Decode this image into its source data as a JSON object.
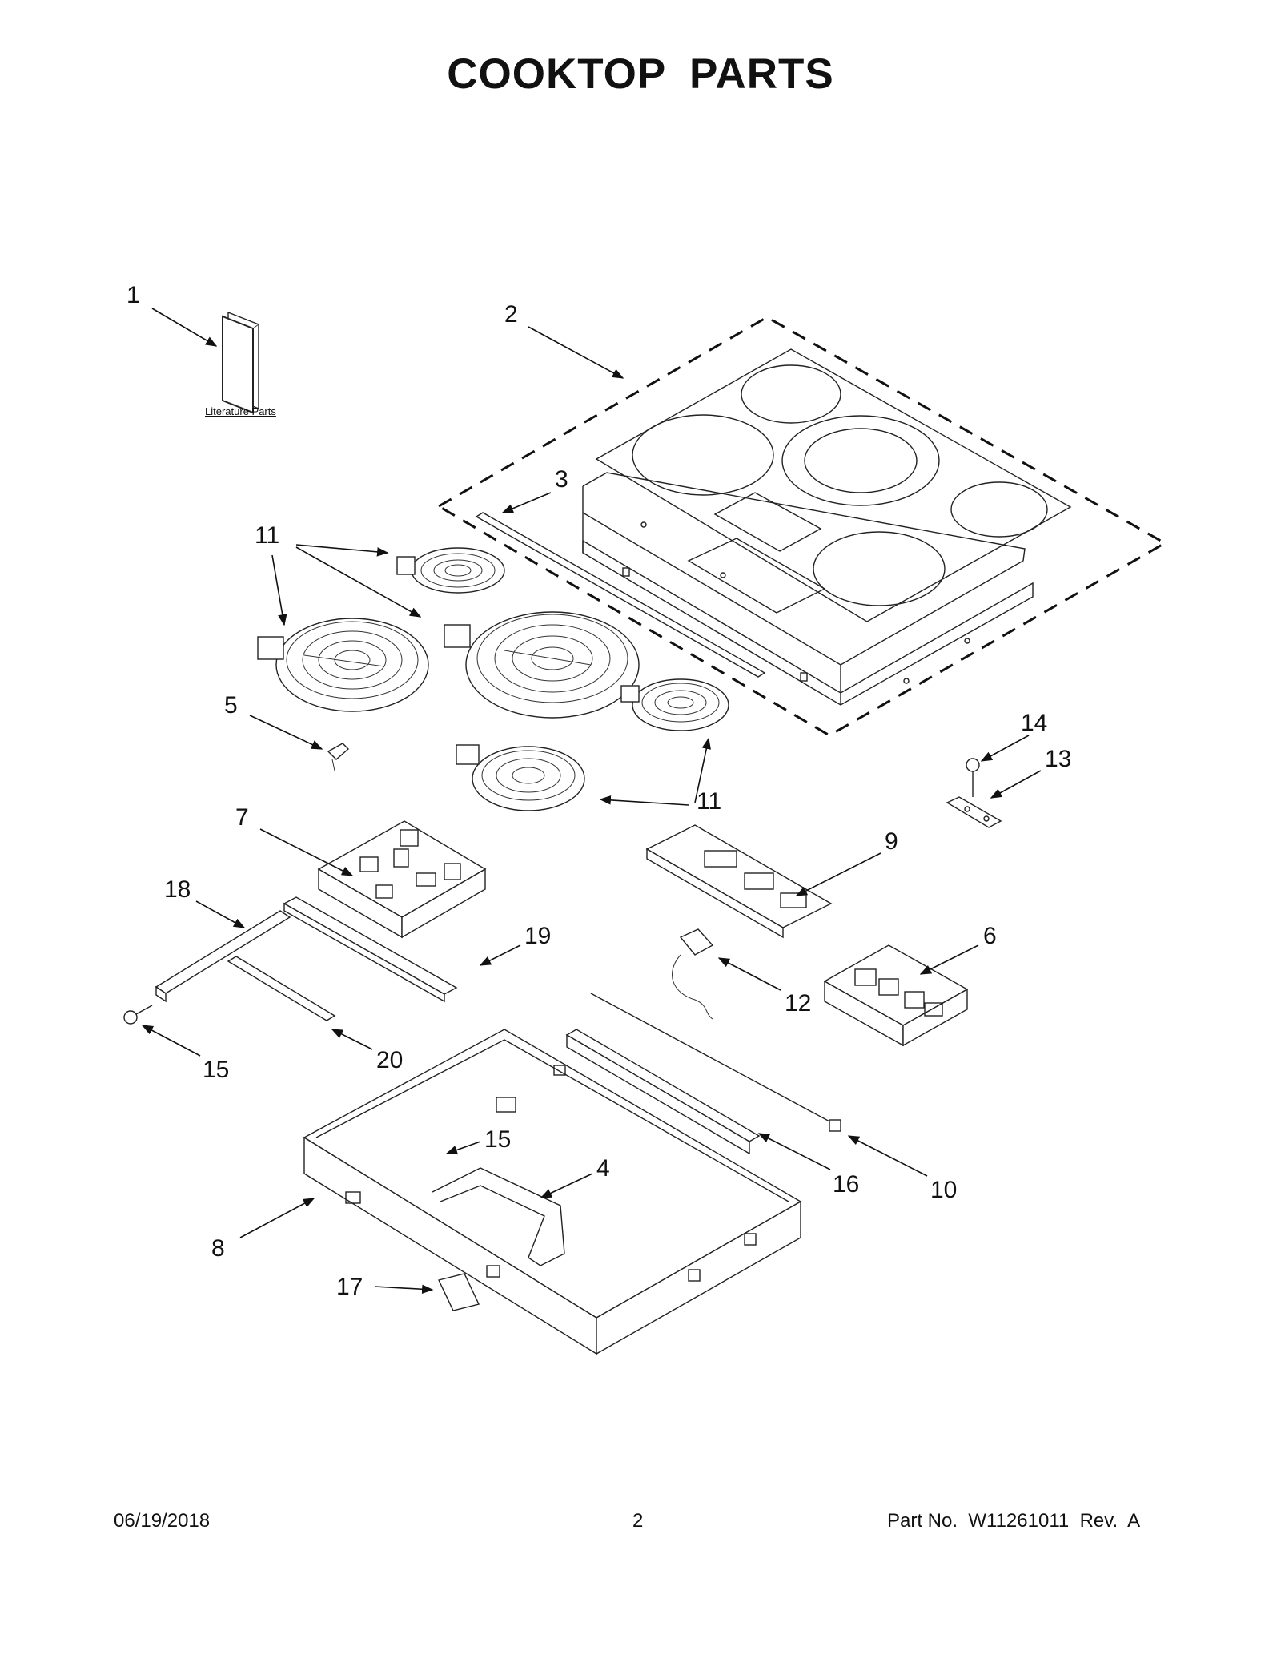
{
  "title": "COOKTOP PARTS",
  "literature_label": "Literature Parts",
  "callouts": {
    "c1": "1",
    "c2": "2",
    "c3": "3",
    "c4": "4",
    "c5": "5",
    "c6": "6",
    "c7": "7",
    "c8": "8",
    "c9": "9",
    "c10": "10",
    "c11a": "11",
    "c11b": "11",
    "c12": "12",
    "c13": "13",
    "c14": "14",
    "c15a": "15",
    "c15b": "15",
    "c16": "16",
    "c17": "17",
    "c18": "18",
    "c19": "19",
    "c20": "20"
  },
  "footer": {
    "date": "06/19/2018",
    "page": "2",
    "part_no": "Part No.  W11261011  Rev.  A"
  }
}
